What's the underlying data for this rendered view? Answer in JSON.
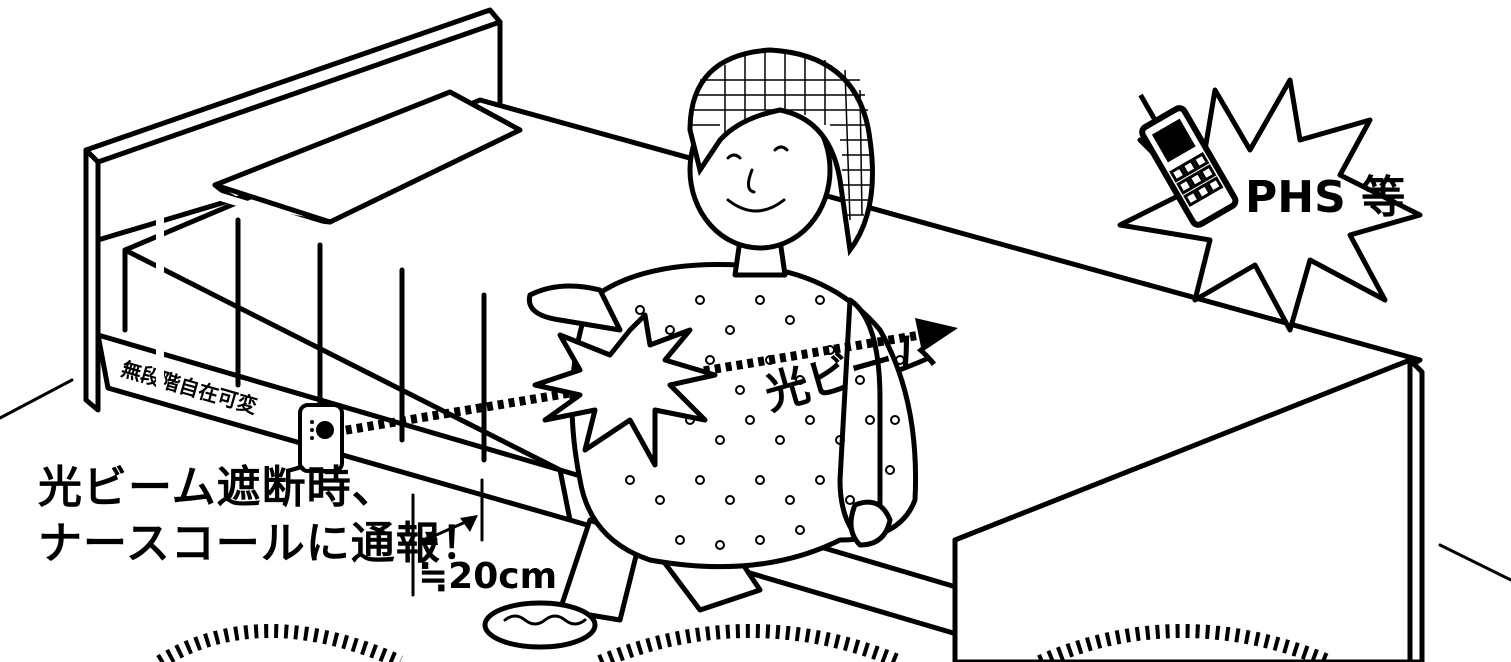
{
  "bed": {
    "rail_label": "無段階自在可変"
  },
  "beam": {
    "label": "光ビーム"
  },
  "notice": {
    "line1": "光ビーム遮断時、",
    "line2": "ナースコールに通報！"
  },
  "dimension": {
    "label": "≒20cm"
  },
  "phone": {
    "label": "PHS 等",
    "icon": "mobile-phone-icon"
  },
  "colors": {
    "ink": "#000000",
    "paper": "#ffffff"
  }
}
